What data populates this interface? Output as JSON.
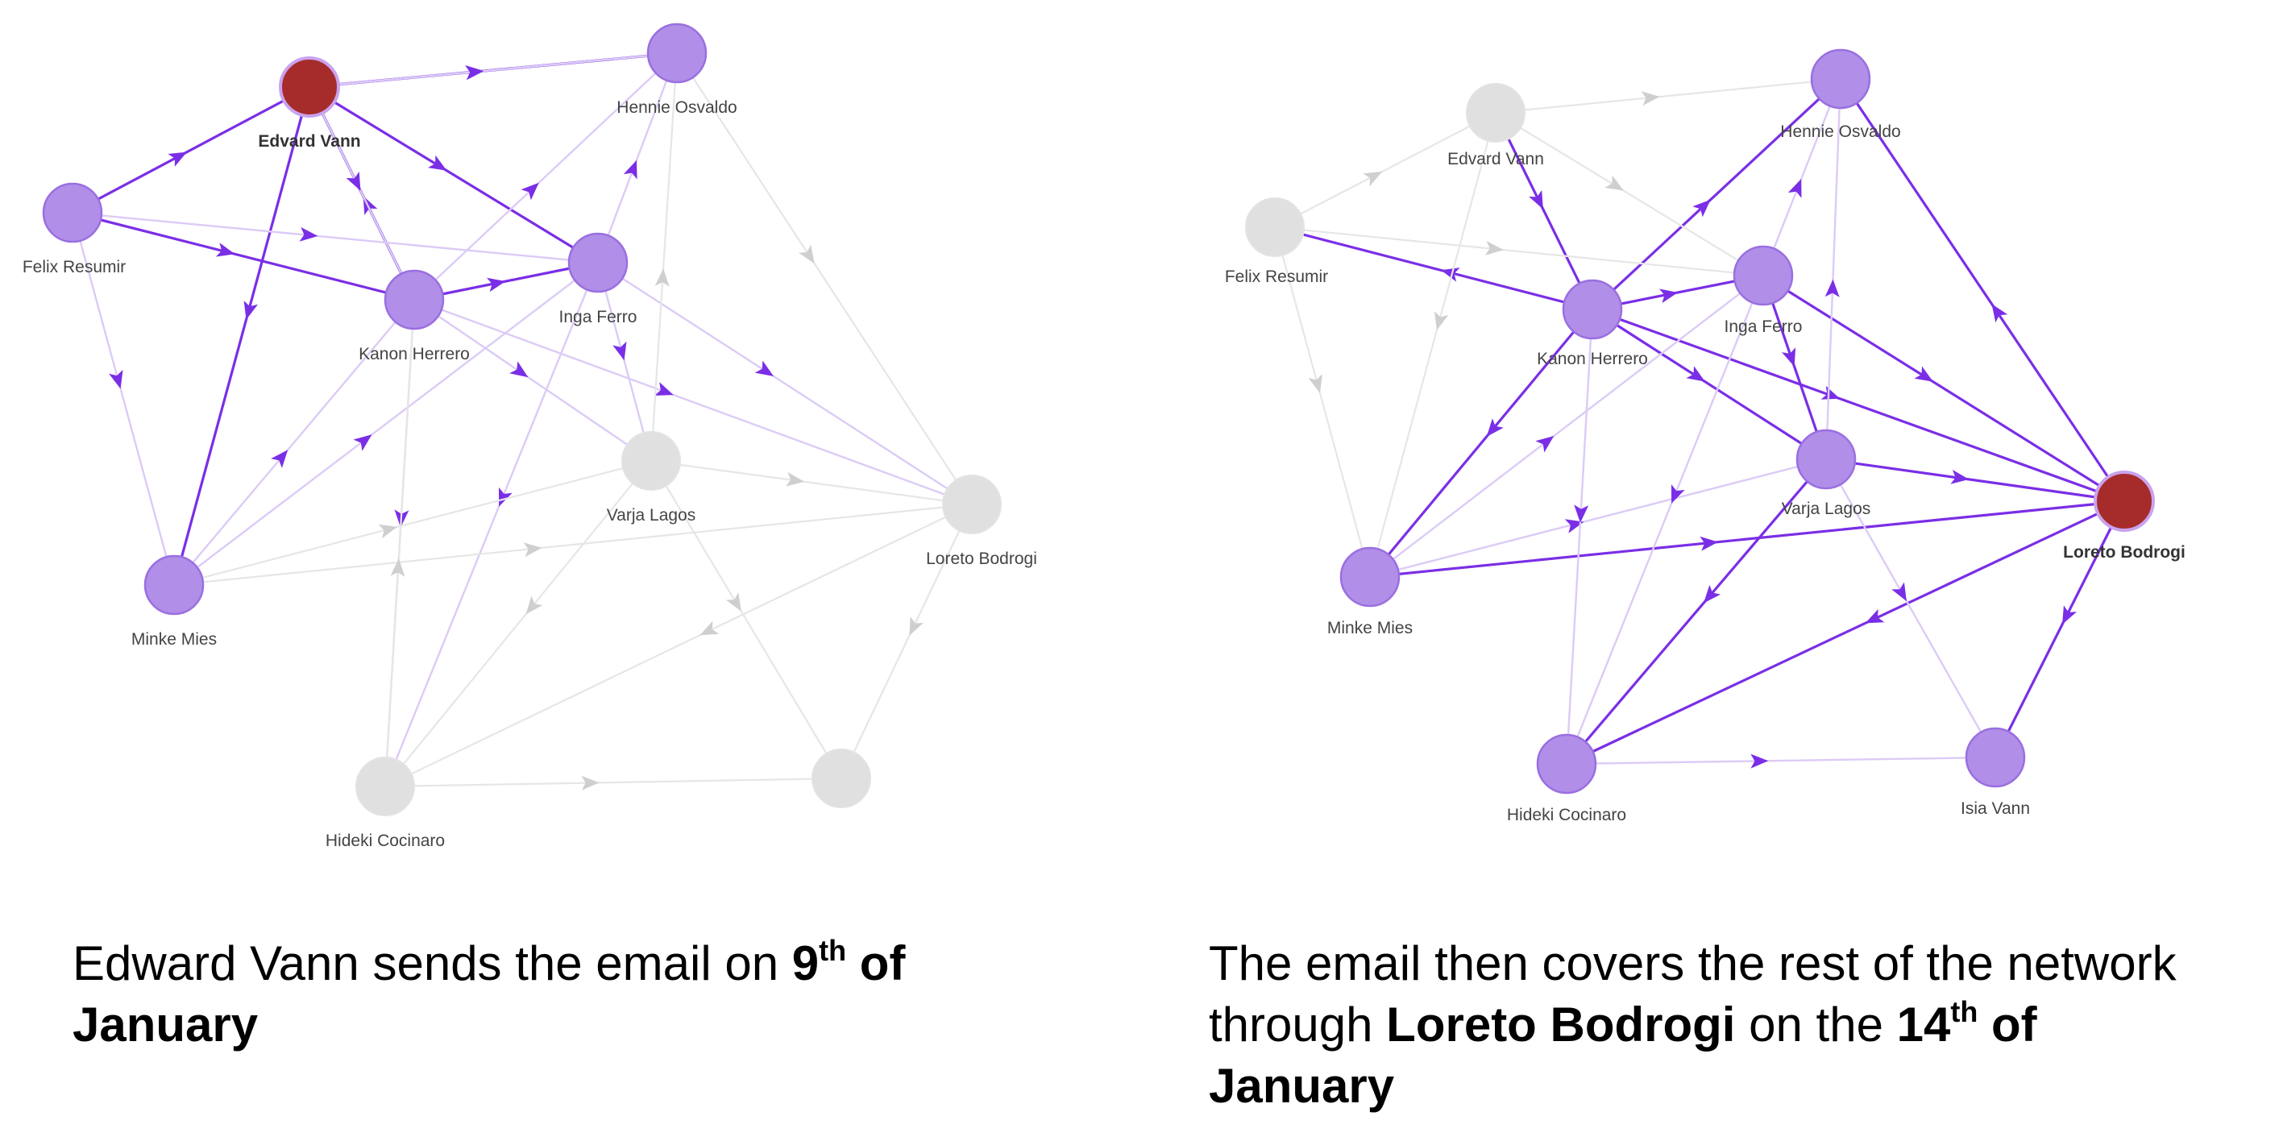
{
  "colors": {
    "active_node": "#b18ee8",
    "active_node_stroke": "#9a6fe0",
    "source_node": "#a62b2b",
    "source_node_stroke": "#c9a3ee",
    "inactive_node": "#e0e0e0",
    "active_edge": "#7a2ee6",
    "faint_edge": "#dccbf6",
    "inactive_edge": "#e6e6e6",
    "inactive_arrow": "#cfcfcf"
  },
  "left_panel": {
    "nodes": [
      {
        "id": "ev",
        "label": "Edvard Vann",
        "state": "source"
      },
      {
        "id": "ho",
        "label": "Hennie Osvaldo",
        "state": "active"
      },
      {
        "id": "fr",
        "label": "Felix Resumir",
        "state": "active"
      },
      {
        "id": "kh",
        "label": "Kanon Herrero",
        "state": "active"
      },
      {
        "id": "if",
        "label": "Inga Ferro",
        "state": "active"
      },
      {
        "id": "mm",
        "label": "Minke Mies",
        "state": "active"
      },
      {
        "id": "vl",
        "label": "Varja Lagos",
        "state": "inactive"
      },
      {
        "id": "lb",
        "label": "Loreto Bodrogi",
        "state": "inactive"
      },
      {
        "id": "hc",
        "label": "Hideki Cocinaro",
        "state": "inactive"
      },
      {
        "id": "iv",
        "label": "",
        "state": "inactive"
      }
    ],
    "caption": {
      "text": "Edward Vann sends the email on ",
      "day": "9",
      "suffix": "th",
      "month_line1": " of",
      "month_line2": "January"
    }
  },
  "right_panel": {
    "nodes": [
      {
        "id": "ev",
        "label": "Edvard Vann",
        "state": "inactive"
      },
      {
        "id": "ho",
        "label": "Hennie Osvaldo",
        "state": "active"
      },
      {
        "id": "fr",
        "label": "Felix Resumir",
        "state": "inactive"
      },
      {
        "id": "kh",
        "label": "Kanon Herrero",
        "state": "active"
      },
      {
        "id": "if",
        "label": "Inga Ferro",
        "state": "active"
      },
      {
        "id": "vl",
        "label": "Varja Lagos",
        "state": "active"
      },
      {
        "id": "lb",
        "label": "Loreto Bodrogi",
        "state": "source"
      },
      {
        "id": "mm",
        "label": "Minke Mies",
        "state": "active"
      },
      {
        "id": "hc",
        "label": "Hideki Cocinaro",
        "state": "active"
      },
      {
        "id": "iv",
        "label": "Isia Vann",
        "state": "active"
      }
    ],
    "caption": {
      "line1": "The email then covers the rest of the network",
      "line2_prefix": "through ",
      "line2_name": "Loreto Bodrogi",
      "line2_mid": " on the ",
      "day": "14",
      "suffix": "th",
      "month_line2": " of",
      "month_line3": "January"
    }
  }
}
